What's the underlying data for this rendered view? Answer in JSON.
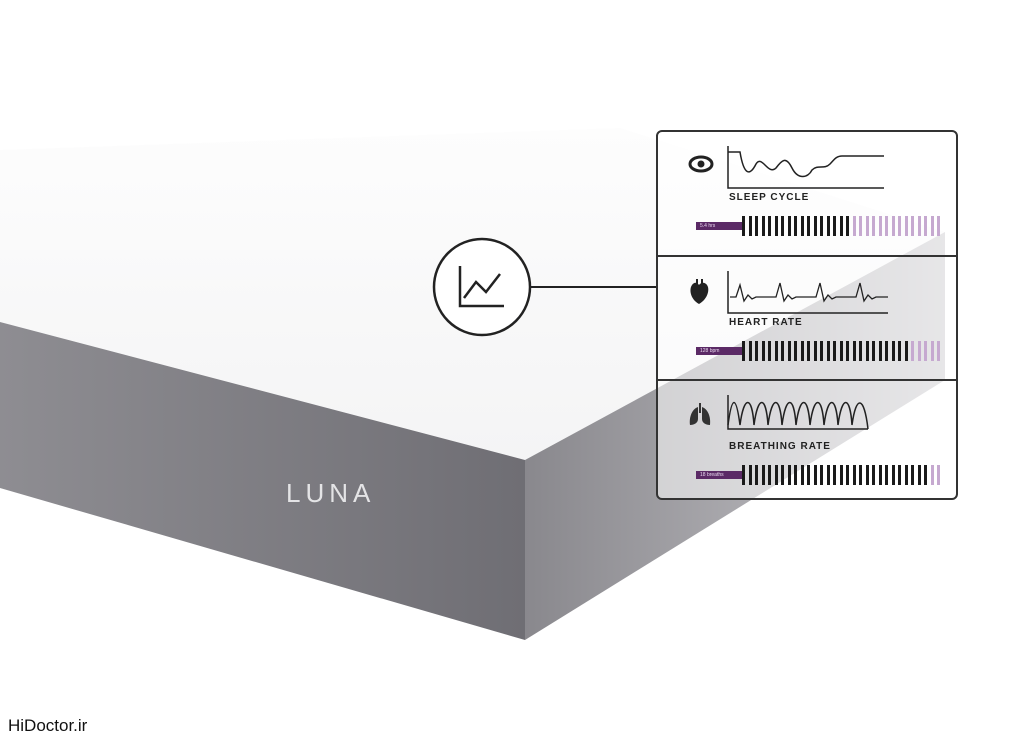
{
  "brand": "LUNA",
  "watermark": "HiDoctor.ir",
  "metrics": [
    {
      "label": "SLEEP CYCLE",
      "value": "5.4 hrs",
      "icon": "eye-icon",
      "filled_bars": 17,
      "total_bars": 31
    },
    {
      "label": "HEART RATE",
      "value": "128 bpm",
      "icon": "heart-icon",
      "filled_bars": 26,
      "total_bars": 31
    },
    {
      "label": "BREATHING RATE",
      "value": "18 breaths",
      "icon": "lungs-icon",
      "filled_bars": 29,
      "total_bars": 31
    }
  ],
  "colors": {
    "accent": "#5b2a66",
    "light_bar": "#c6a9d0",
    "mattress_side": "#7d7c82"
  }
}
